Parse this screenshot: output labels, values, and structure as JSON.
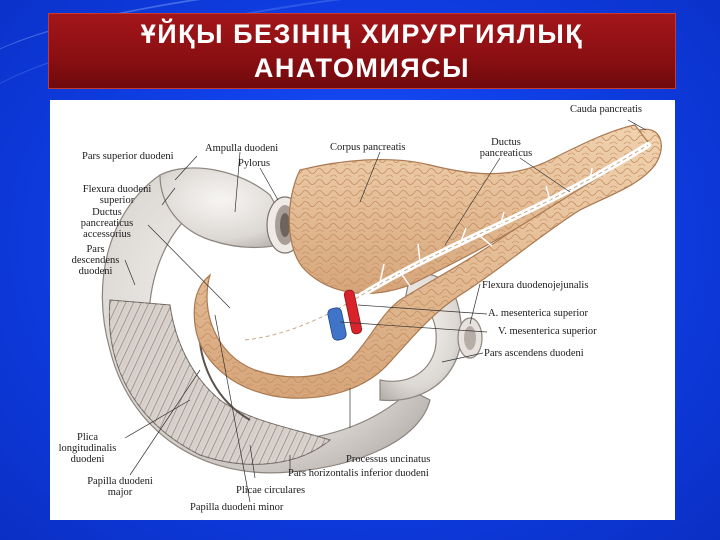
{
  "title": {
    "line1": "ҰЙҚЫ БЕЗІНІҢ ХИРУРГИЯЛЫҚ",
    "line2": "АНАТОМИЯСЫ"
  },
  "labels": {
    "cauda_pancreatis": "Cauda pancreatis",
    "ampulla_duodeni": "Ampulla duodeni",
    "pylorus": "Pylorus",
    "corpus_pancreatis": "Corpus pancreatis",
    "ductus_pancreaticus_1": "Ductus",
    "ductus_pancreaticus_2": "pancreaticus",
    "pars_superior_duodeni": "Pars superior duodeni",
    "flexura_superior_1": "Flexura duodeni",
    "flexura_superior_2": "superior",
    "ductus_accessorius_1": "Ductus",
    "ductus_accessorius_2": "pancreaticus",
    "ductus_accessorius_3": "accessorius",
    "pars_descendens_1": "Pars",
    "pars_descendens_2": "descendens",
    "pars_descendens_3": "duodeni",
    "flexura_duodenojejunalis": "Flexura duodenojejunalis",
    "a_mesenterica_superior": "A. mesenterica superior",
    "v_mesenterica_superior": "V. mesenterica superior",
    "pars_ascendens_duodeni": "Pars ascendens duodeni",
    "plica_longitudinalis_1": "Plica",
    "plica_longitudinalis_2": "longitudinalis",
    "plica_longitudinalis_3": "duodeni",
    "processus_uncinatus": "Processus uncinatus",
    "pars_horizontalis": "Pars horizontalis inferior duodeni",
    "papilla_major_1": "Papilla duodeni",
    "papilla_major_2": "major",
    "plicae_circulares": "Plicae circulares",
    "papilla_minor": "Papilla duodeni minor"
  },
  "colors": {
    "background": "#1040e8",
    "title_box": "#8a0f12",
    "title_text": "#ffffff",
    "pancreas": "#e6c09a",
    "duodenum": "#ebe8e6",
    "artery": "#d8232a",
    "vein": "#3f74c8"
  }
}
